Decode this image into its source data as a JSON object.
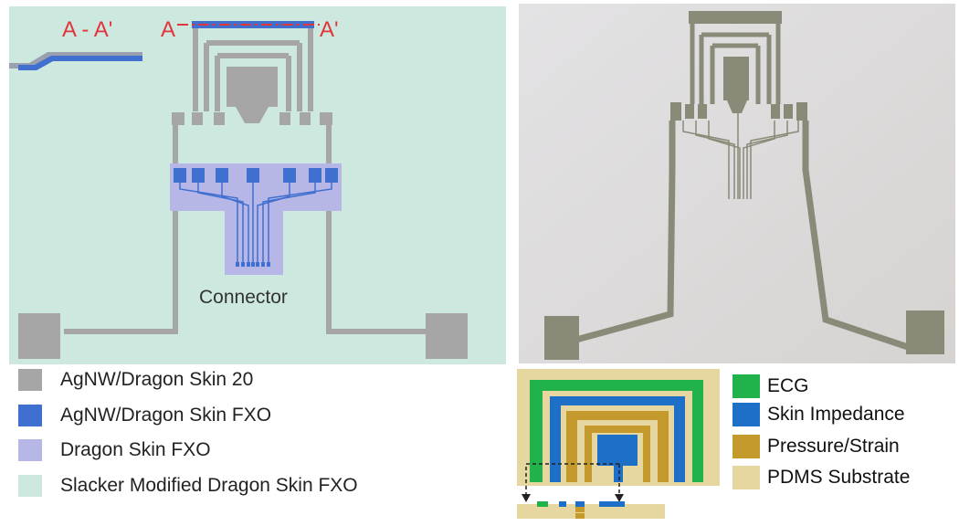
{
  "schematic": {
    "section_label": "A - A'",
    "cut_start_label": "A",
    "cut_end_label": "A'",
    "connector_label": "Connector",
    "colors": {
      "background": "#cde9df",
      "trace_gray": "#a6a6a6",
      "electrode_blue": "#3f6fcf",
      "fxo_purple": "#b6b7e6",
      "section_red": "#e0353a"
    }
  },
  "material_legend": [
    {
      "label": "AgNW/Dragon Skin 20",
      "color": "#a6a6a6"
    },
    {
      "label": "AgNW/Dragon Skin FXO",
      "color": "#3f6fcf"
    },
    {
      "label": "Dragon Skin FXO",
      "color": "#b6b7e6"
    },
    {
      "label": "Slacker Modified Dragon Skin FXO",
      "color": "#cde9df"
    }
  ],
  "photo": {
    "description_icon": "device-photo",
    "colors": {
      "paper": "#dcdad9",
      "trace": "#8a8a78"
    }
  },
  "layer_legend": [
    {
      "label": "ECG",
      "color": "#22b24c"
    },
    {
      "label": "Skin Impedance",
      "color": "#1e6fc8"
    },
    {
      "label": "Pressure/Strain",
      "color": "#c49a2c"
    },
    {
      "label": "PDMS Substrate",
      "color": "#e6d6a0"
    }
  ]
}
